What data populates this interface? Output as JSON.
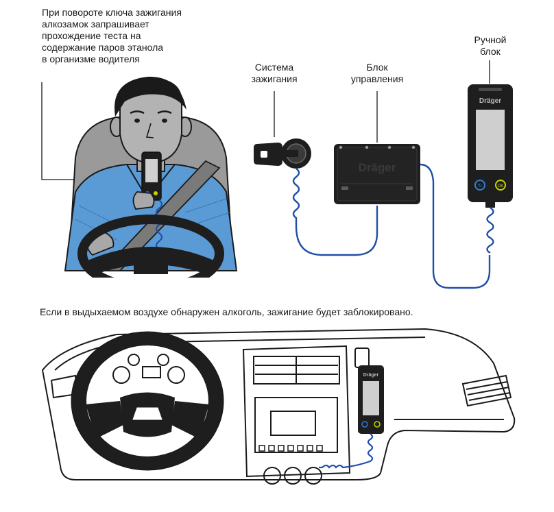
{
  "captions": {
    "intro": "При повороте ключа зажигания\nалкозамок запрашивает\nпрохождение теста на\nсодержание паров этанола\nв организме водителя",
    "ignition_system": "Система\nзажигания",
    "control_unit": "Блок\nуправления",
    "handheld_unit": "Ручной\nблок",
    "warning": "Если в выдыхаемом воздухе обнаружен алкоголь, зажигание будет заблокировано."
  },
  "device": {
    "brand": "Dräger",
    "button_left": "↻",
    "button_right": "OK"
  },
  "colors": {
    "cable": "#1f4fa8",
    "shirt": "#5b9bd5",
    "skin": "#a8a8a8",
    "device_body": "#1e1e1e",
    "screen": "#cfcfcf",
    "button_ring_left": "#2f7fd6",
    "button_ring_right": "#c8d400"
  }
}
